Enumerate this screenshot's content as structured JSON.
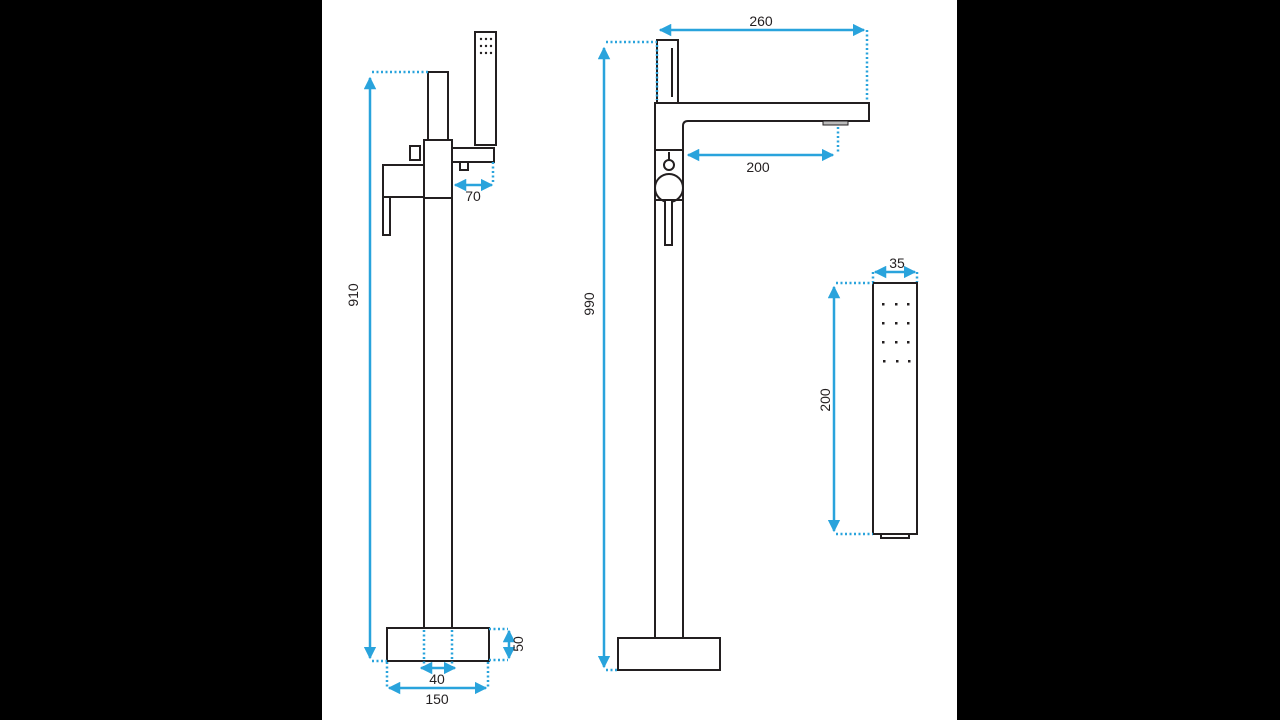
{
  "colors": {
    "dimension": "#29a3dc",
    "outline": "#231f20",
    "background": "#ffffff",
    "margin": "#000000"
  },
  "dimensions": {
    "side_view": {
      "height": "910",
      "holder_offset": "70",
      "base_height": "50",
      "column_width": "40",
      "base_width": "150"
    },
    "front_view": {
      "height": "990",
      "spout_length": "260",
      "spout_reach": "200"
    },
    "hand_shower": {
      "width": "35",
      "length": "200"
    }
  }
}
